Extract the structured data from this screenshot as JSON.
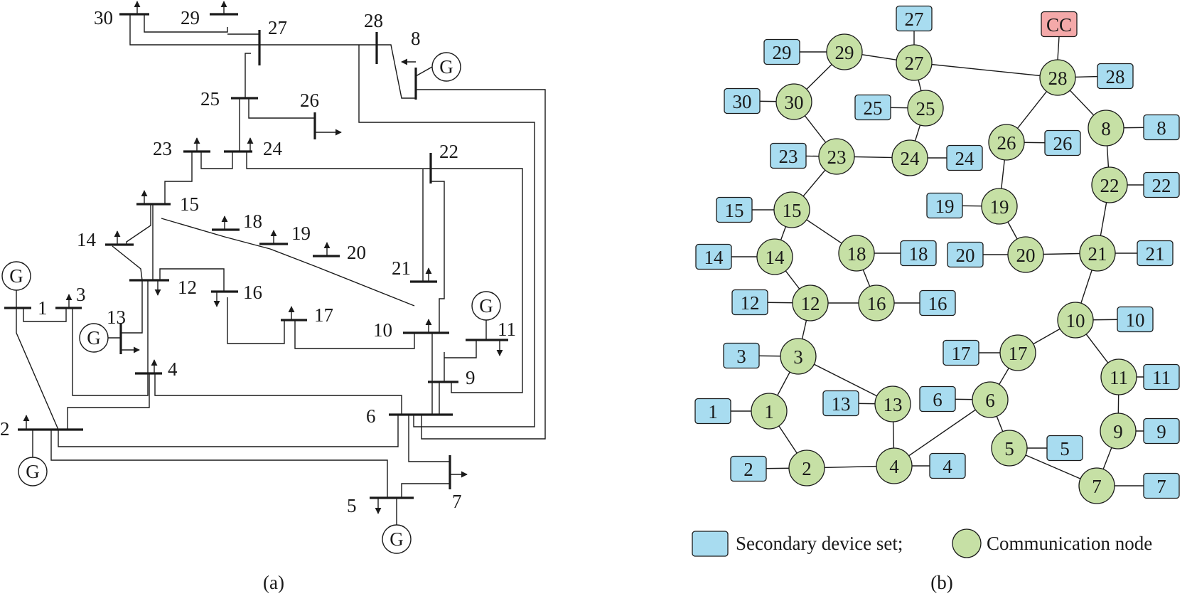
{
  "panel_a": {
    "caption": "(a)",
    "generator_symbol": "G",
    "bus_labels": [
      "1",
      "2",
      "3",
      "4",
      "5",
      "6",
      "7",
      "8",
      "9",
      "10",
      "11",
      "12",
      "13",
      "14",
      "15",
      "16",
      "17",
      "18",
      "19",
      "20",
      "21",
      "22",
      "23",
      "24",
      "25",
      "26",
      "27",
      "28",
      "29",
      "30"
    ]
  },
  "panel_b": {
    "caption": "(b)",
    "control_center": "CC",
    "communication_nodes": [
      "1",
      "2",
      "3",
      "4",
      "5",
      "6",
      "7",
      "8",
      "9",
      "10",
      "11",
      "12",
      "13",
      "14",
      "15",
      "16",
      "17",
      "18",
      "19",
      "20",
      "21",
      "22",
      "23",
      "24",
      "25",
      "26",
      "27",
      "28",
      "29",
      "30"
    ],
    "device_sets": [
      "1",
      "2",
      "3",
      "4",
      "5",
      "6",
      "7",
      "8",
      "9",
      "10",
      "11",
      "12",
      "13",
      "14",
      "15",
      "16",
      "17",
      "18",
      "19",
      "20",
      "21",
      "22",
      "23",
      "24",
      "25",
      "26",
      "27",
      "28",
      "29",
      "30"
    ],
    "links": [
      [
        "29",
        "27"
      ],
      [
        "27",
        "28"
      ],
      [
        "29",
        "30"
      ],
      [
        "30",
        "23"
      ],
      [
        "27",
        "25"
      ],
      [
        "25",
        "24"
      ],
      [
        "23",
        "24"
      ],
      [
        "23",
        "15"
      ],
      [
        "15",
        "14"
      ],
      [
        "15",
        "18"
      ],
      [
        "14",
        "12"
      ],
      [
        "12",
        "16"
      ],
      [
        "18",
        "16"
      ],
      [
        "12",
        "3"
      ],
      [
        "3",
        "1"
      ],
      [
        "3",
        "13"
      ],
      [
        "1",
        "2"
      ],
      [
        "2",
        "4"
      ],
      [
        "13",
        "4"
      ],
      [
        "4",
        "6"
      ],
      [
        "6",
        "17"
      ],
      [
        "6",
        "5"
      ],
      [
        "5",
        "7"
      ],
      [
        "17",
        "10"
      ],
      [
        "10",
        "21"
      ],
      [
        "10",
        "11"
      ],
      [
        "11",
        "9"
      ],
      [
        "9",
        "7"
      ],
      [
        "21",
        "20"
      ],
      [
        "20",
        "19"
      ],
      [
        "19",
        "26"
      ],
      [
        "26",
        "28"
      ],
      [
        "28",
        "8"
      ],
      [
        "8",
        "22"
      ],
      [
        "22",
        "21"
      ]
    ],
    "legend": {
      "device_label": "Secondary device set;",
      "node_label": "Communication node"
    },
    "colors": {
      "communication_node": "#c6e0a5",
      "device_set": "#a8dcf0",
      "control_center": "#f4a9a9"
    }
  }
}
